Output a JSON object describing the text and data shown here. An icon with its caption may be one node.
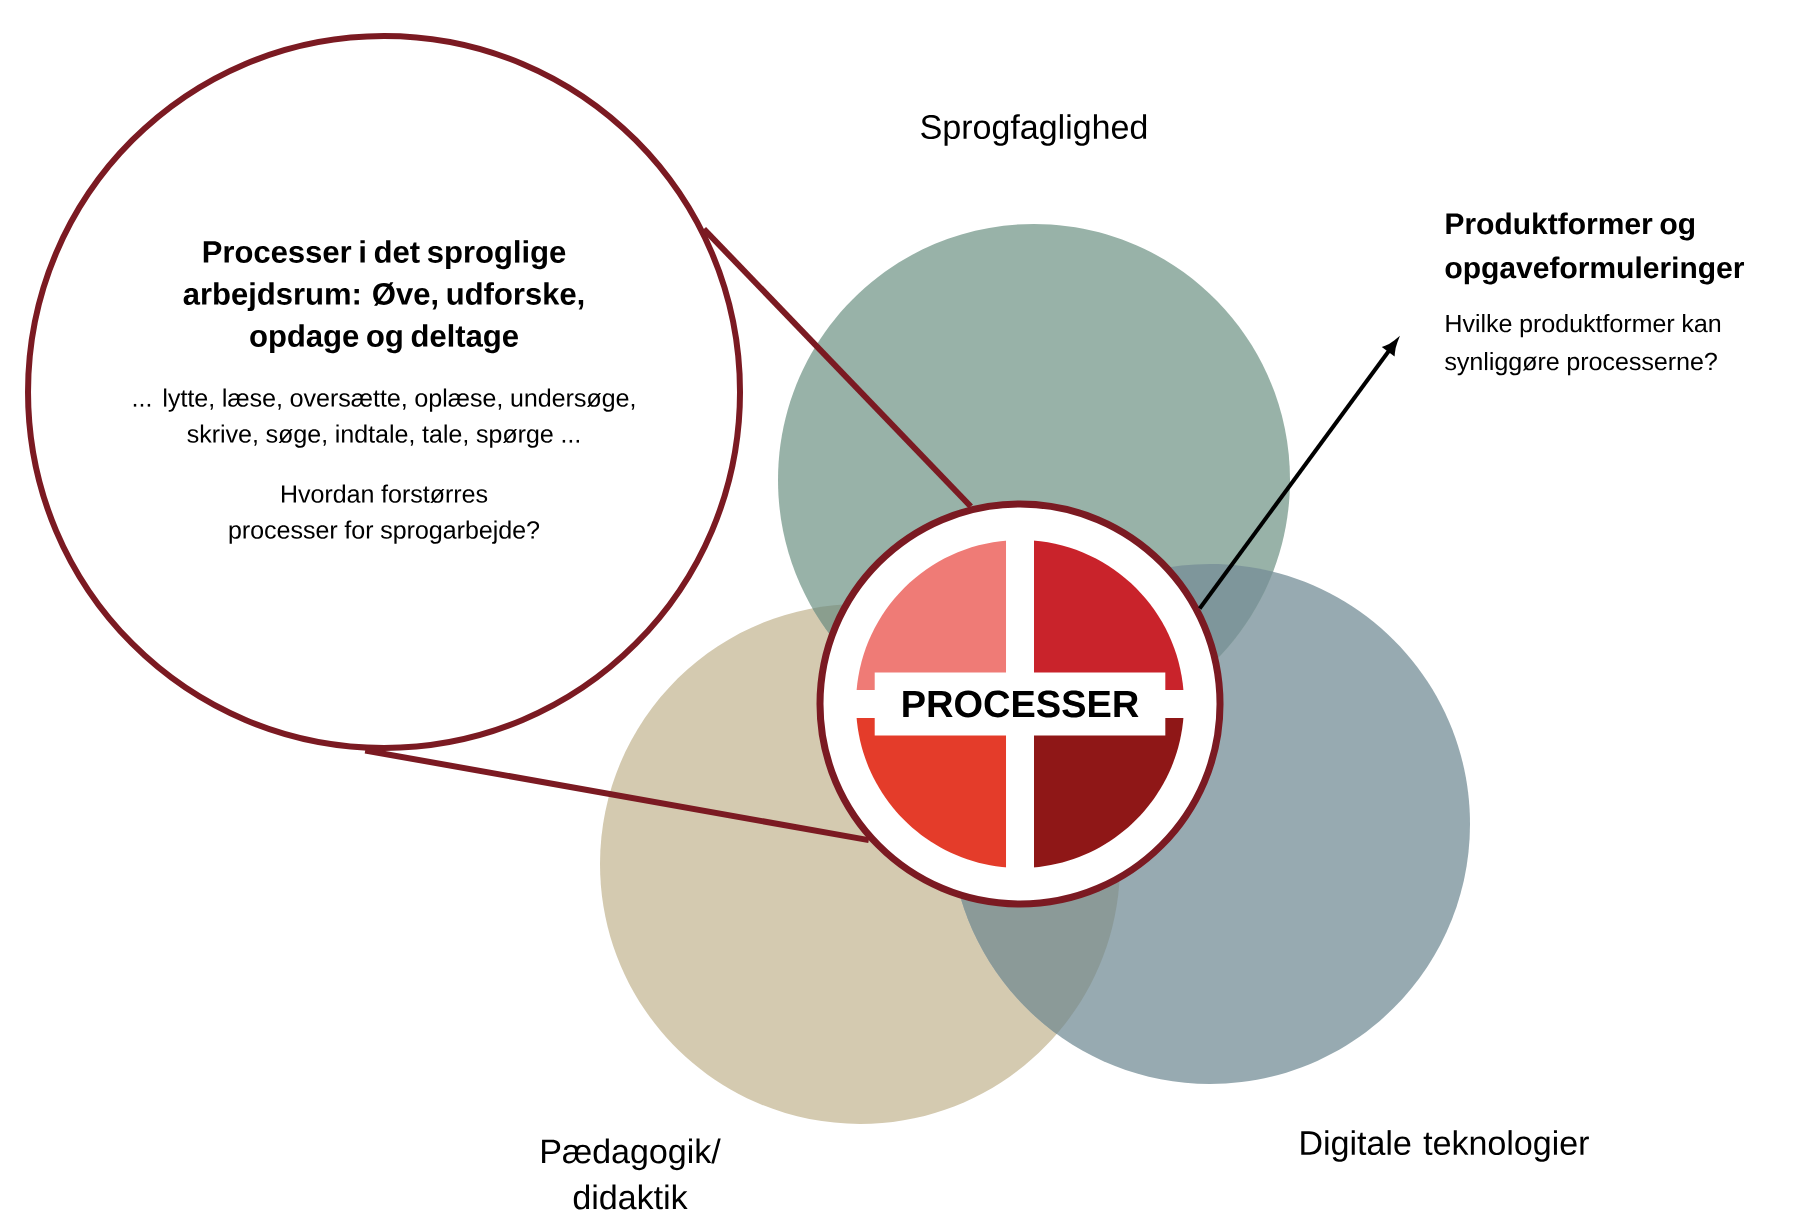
{
  "diagram": {
    "nodes": [
      {
        "text": [
          "Processer i det sproglige arbejdsrum: Øve, udforske, opdage og deltage",
          "... lytte, læse, oversætte, oplæse, undersøge, skrive, søge, indtale, tale, spørge ...",
          "Hvordan forstørres processer for sprogarbejde?"
        ]
      },
      {
        "text": [
          "PROCESSER"
        ]
      },
      {
        "text": [
          "Produktformer og opgaveformuleringer",
          "Hvilke produktformer kan synliggøre processerne?"
        ]
      }
    ],
    "edges": [
      {
        "from": 0,
        "to": 1,
        "arrow": "none"
      },
      {
        "from": 0,
        "to": 1,
        "arrow": "none"
      },
      {
        "from": 1,
        "to": 2,
        "arrow": "to",
        "color": "#000000"
      }
    ],
    "labels": [
      "Sprogfaglighed",
      "Pædagogik/ didaktik",
      "Digitale teknologier"
    ]
  }
}
